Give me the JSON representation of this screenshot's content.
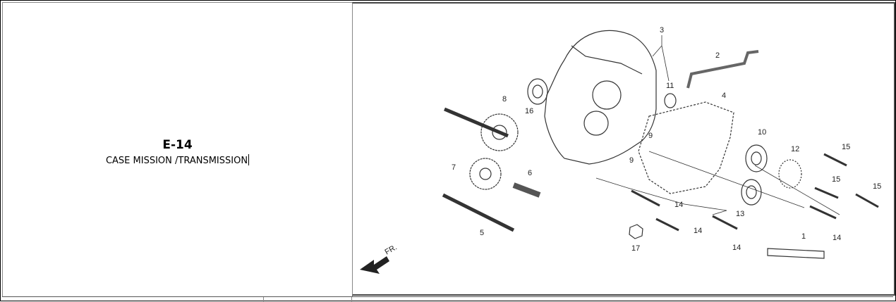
{
  "header": {
    "code": "E-14",
    "title": "CASE MISSION /TRANSMISSION"
  },
  "diagram": {
    "direction_label": "FR.",
    "part_numbers": [
      "1",
      "2",
      "3",
      "4",
      "5",
      "6",
      "7",
      "8",
      "9",
      "9",
      "10",
      "11",
      "12",
      "13",
      "14",
      "14",
      "14",
      "14",
      "15",
      "15",
      "15",
      "16",
      "17"
    ]
  }
}
